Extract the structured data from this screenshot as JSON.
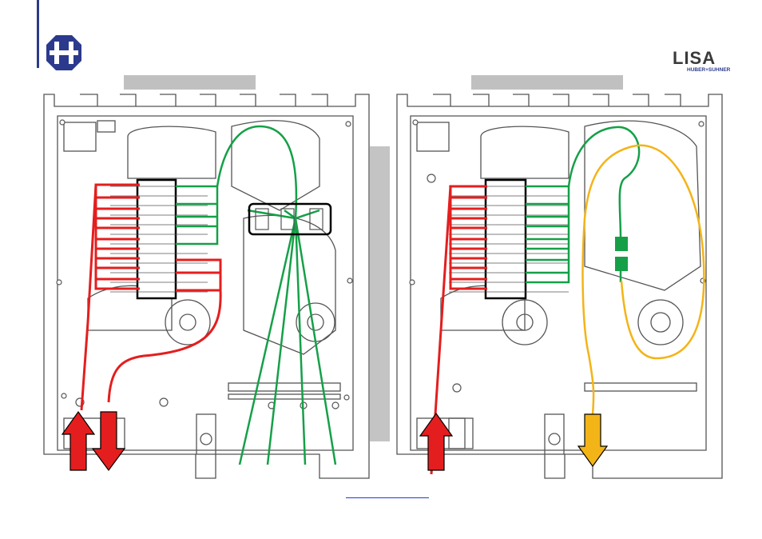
{
  "header": {
    "logo_left_icon": "huber-suhner-cross-logo",
    "logo_right": {
      "word": "LISA",
      "sub": "HUBER+SUHNER"
    }
  },
  "colors": {
    "accent_blue": "#2b3a8c",
    "fiber_red": "#e41e1e",
    "fiber_green": "#15a048",
    "fiber_yellow": "#f3b417",
    "panel_line": "#555555",
    "header_bar": "#c0c0c0"
  },
  "panels": [
    {
      "name": "left-panel",
      "arrows": [
        "up-red",
        "down-red"
      ],
      "fibers": [
        "red",
        "green"
      ]
    },
    {
      "name": "right-panel",
      "arrows": [
        "up-red",
        "down-yellow"
      ],
      "fibers": [
        "red",
        "green",
        "yellow"
      ]
    }
  ]
}
